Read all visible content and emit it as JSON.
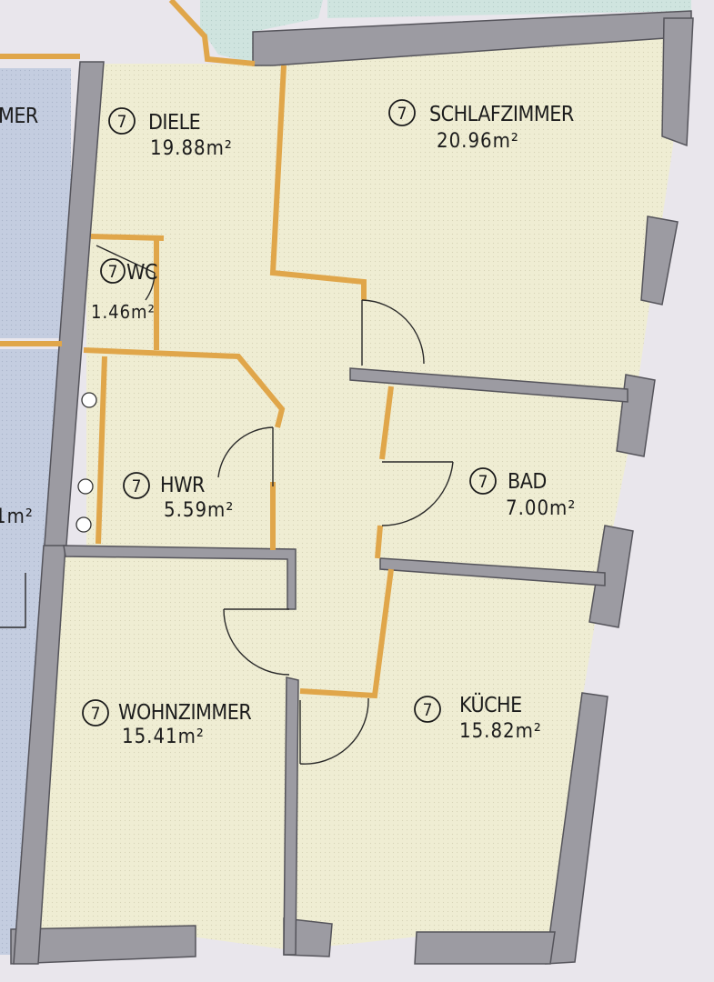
{
  "plan": {
    "rooms": [
      {
        "id": "diele",
        "number": "7",
        "name": "DIELE",
        "area": "19.88m²"
      },
      {
        "id": "schlafzimmer",
        "number": "7",
        "name": "SCHLAFZIMMER",
        "area": "20.96m²"
      },
      {
        "id": "wc",
        "number": "7",
        "name": "WC",
        "area": "1.46m²"
      },
      {
        "id": "hwr",
        "number": "7",
        "name": "HWR",
        "area": "5.59m²"
      },
      {
        "id": "bad",
        "number": "7",
        "name": "BAD",
        "area": "7.00m²"
      },
      {
        "id": "wohnzimmer",
        "number": "7",
        "name": "WOHNZIMMER",
        "area": "15.41m²"
      },
      {
        "id": "kueche",
        "number": "7",
        "name": "KÜCHE",
        "area": "15.82m²"
      }
    ],
    "partial_labels": {
      "left_room_name": "MER",
      "left_area_fragment": "1m²"
    },
    "colors": {
      "floor": "#efedd3",
      "walls": "#9c9ba2",
      "light_partitions": "#e0a64a",
      "neighbor_room": "#bfc9de",
      "background": "#e9e6ec"
    }
  }
}
